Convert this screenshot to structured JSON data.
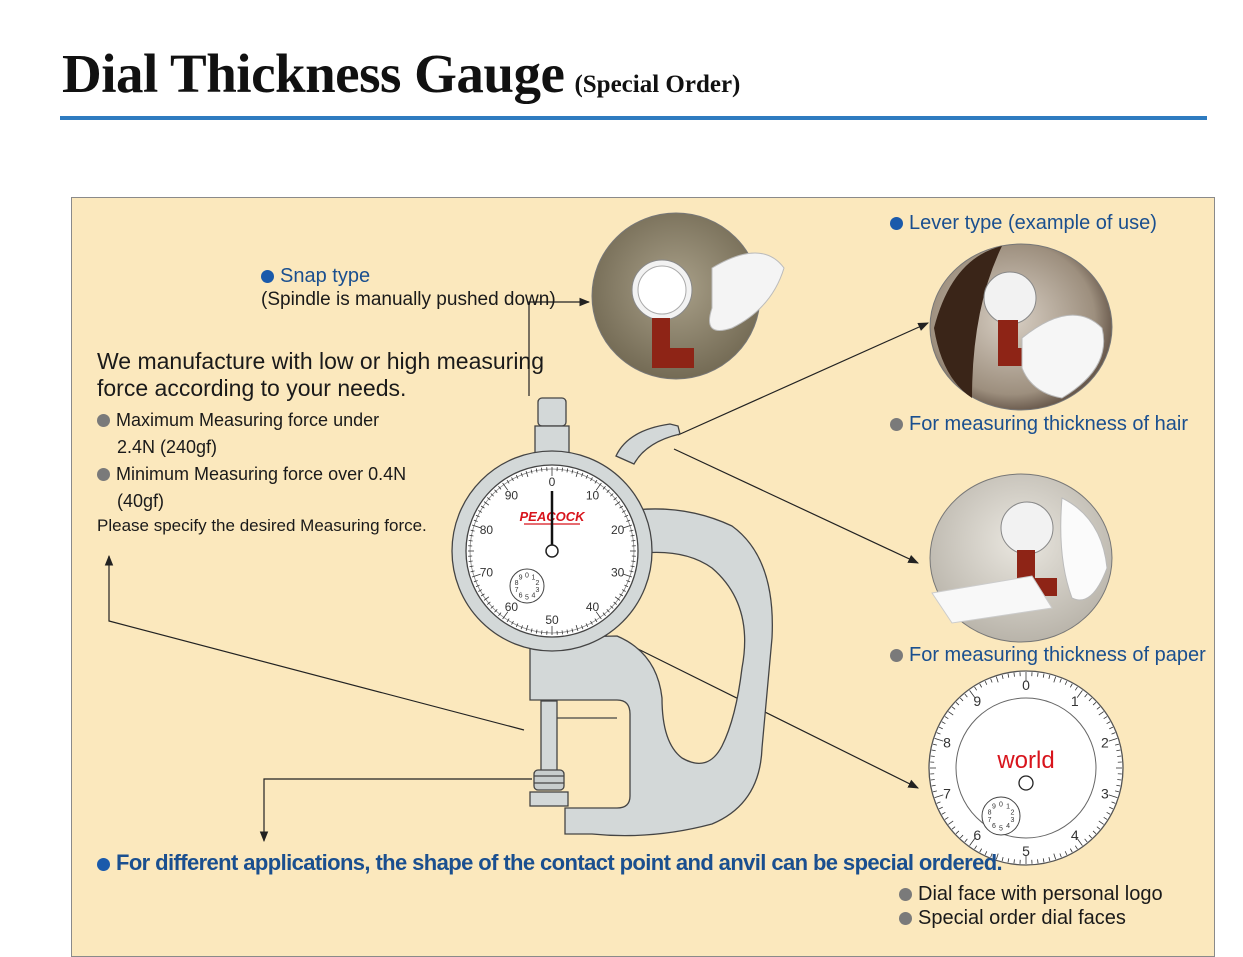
{
  "title": {
    "main": "Dial Thickness Gauge",
    "sub": "(Special Order)"
  },
  "snap": {
    "label": "Snap type",
    "note": "(Spindle is manually pushed down)"
  },
  "force": {
    "heading_line1": "We manufacture with low or high measuring",
    "heading_line2": "force according to your needs.",
    "max_line1": "Maximum Measuring force under",
    "max_line2": "2.4N (240gf)",
    "min_line1": "Minimum Measuring force over 0.4N",
    "min_line2": "(40gf)",
    "specify": "Please specify the desired Measuring force."
  },
  "lever": {
    "label": "Lever type (example of use)",
    "hair": "For measuring thickness of hair",
    "paper": "For measuring thickness of paper"
  },
  "contact_note": "For different applications, the shape of the contact point and anvil can be special ordered.",
  "dial_faces": {
    "logo": "Dial face with personal logo",
    "special": "Special order dial faces"
  },
  "gauge_dial": {
    "brand": "PEACOCK",
    "numbers": [
      "0",
      "10",
      "20",
      "30",
      "40",
      "50",
      "60",
      "70",
      "80",
      "90"
    ],
    "sub_numbers": [
      "0",
      "1",
      "2",
      "3",
      "4",
      "5",
      "6",
      "7",
      "8",
      "9"
    ]
  },
  "custom_dial": {
    "logo_text": "world",
    "numbers": [
      "0",
      "1",
      "2",
      "3",
      "4",
      "5",
      "6",
      "7",
      "8",
      "9"
    ]
  },
  "colors": {
    "accent_blue": "#1a5aab",
    "title_rule": "#2e7bc0",
    "panel_bg": "#fbe8bd",
    "gauge_body": "#d3d8d8",
    "brand_red": "#d8141c"
  },
  "icons": [
    "bullet-dot-icon",
    "arrow-icon"
  ]
}
